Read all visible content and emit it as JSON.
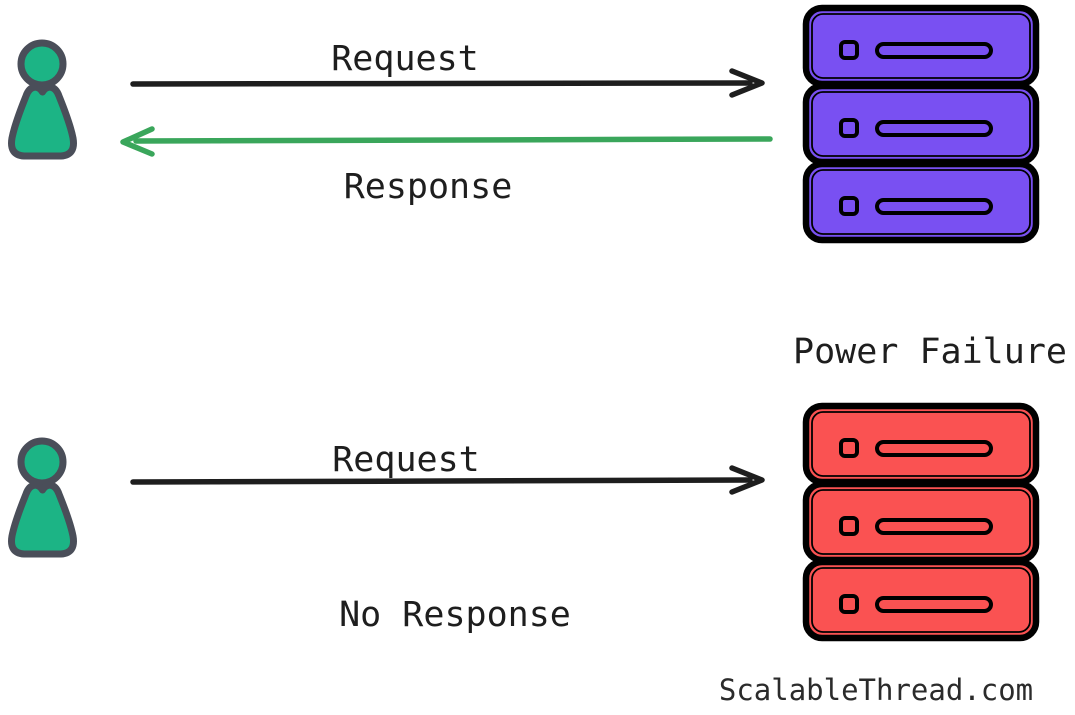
{
  "page": {
    "watermark": "ScalableThread.com"
  },
  "colors": {
    "ink": "#1e1e1e",
    "request_arrow": "#1e1e1e",
    "response_arrow_green": "#3aa65b",
    "user_fill": "#1cb485",
    "user_outline": "#4a4e59",
    "server_healthy_fill": "#7950f2",
    "server_failed_fill": "#fa5252",
    "server_outline": "#000000",
    "background": "#ffffff"
  },
  "icons": {
    "user": "user-icon (teal pawn-style person)",
    "server_healthy": "server-stack-icon (3 purple rack units)",
    "server_failed": "server-stack-icon (3 red rack units)"
  },
  "scenarios": [
    {
      "request_label": "Request",
      "response_label": "Response"
    },
    {
      "caption": "Power Failure",
      "request_label": "Request",
      "response_label": "No Response"
    }
  ]
}
